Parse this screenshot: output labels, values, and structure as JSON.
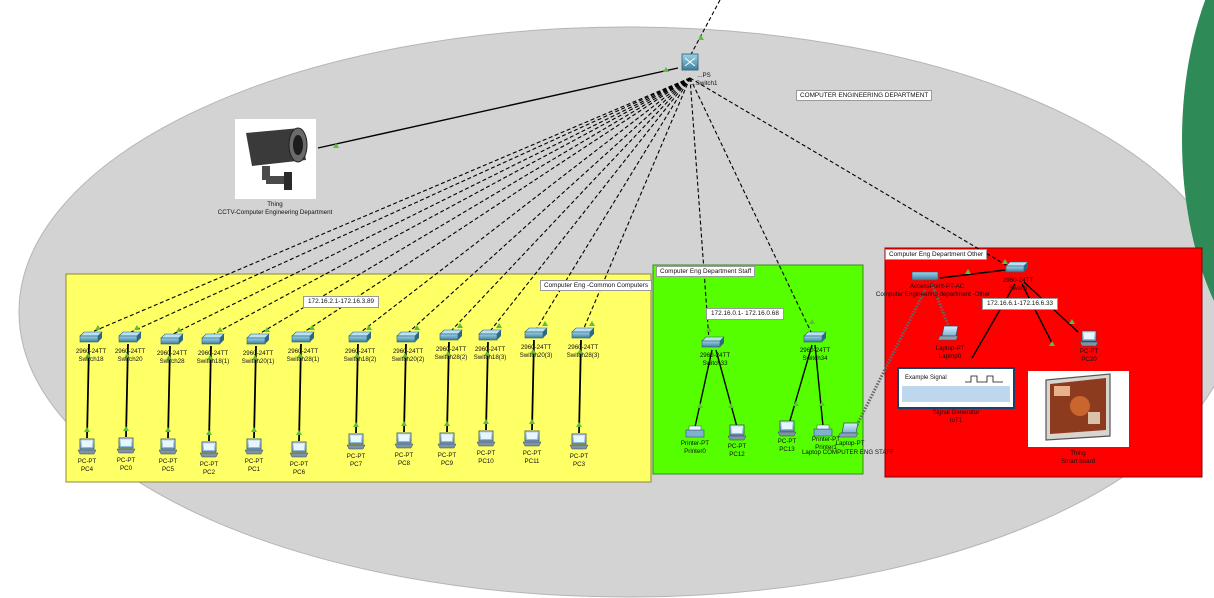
{
  "diagram": {
    "department_label": "COMPUTER ENGINEERING DEPARTMENT",
    "core_switch": {
      "label": "...PS",
      "sublabel": "...Switch1"
    },
    "cctv": {
      "line1": "Thing",
      "line2": "CCTV-Computer Engineering Department"
    },
    "zones": {
      "common": {
        "title": "Computer Eng -Common Computers",
        "ip_range": "172.16.2.1-172.16.3.89"
      },
      "staff": {
        "title": "Computer Eng Department Staff",
        "ip_range": "172.16.0.1- 172.16.0.68"
      },
      "other": {
        "title": "Computer Eng Department Other",
        "ip_range": "172.16.6.1-172.16.6.33"
      }
    },
    "common_switches": [
      {
        "model": "2960-24TT",
        "name": "Switch18"
      },
      {
        "model": "2960-24TT",
        "name": "Switch20"
      },
      {
        "model": "2960-24TT",
        "name": "Switch28"
      },
      {
        "model": "2960-24TT",
        "name": "Switch18(1)"
      },
      {
        "model": "2960-24TT",
        "name": "Switch20(1)"
      },
      {
        "model": "2960-24TT",
        "name": "Switch28(1)"
      },
      {
        "model": "2960-24TT",
        "name": "Switch18(2)"
      },
      {
        "model": "2960-24TT",
        "name": "Switch20(2)"
      },
      {
        "model": "2960-24TT",
        "name": "Switch28(2)"
      },
      {
        "model": "2960-24TT",
        "name": "Switch18(3)"
      },
      {
        "model": "2960-24TT",
        "name": "Switch20(3)"
      },
      {
        "model": "2960-24TT",
        "name": "Switch28(3)"
      }
    ],
    "common_pcs": [
      {
        "model": "PC-PT",
        "name": "PC4"
      },
      {
        "model": "PC-PT",
        "name": "PC0"
      },
      {
        "model": "PC-PT",
        "name": "PC5"
      },
      {
        "model": "PC-PT",
        "name": "PC2"
      },
      {
        "model": "PC-PT",
        "name": "PC1"
      },
      {
        "model": "PC-PT",
        "name": "PC6"
      },
      {
        "model": "PC-PT",
        "name": "PC7"
      },
      {
        "model": "PC-PT",
        "name": "PC8"
      },
      {
        "model": "PC-PT",
        "name": "PC9"
      },
      {
        "model": "PC-PT",
        "name": "PC10"
      },
      {
        "model": "PC-PT",
        "name": "PC11"
      },
      {
        "model": "PC-PT",
        "name": "PC3"
      }
    ],
    "staff_switches": [
      {
        "model": "2960-24TT",
        "name": "Switch33"
      },
      {
        "model": "2960-24TT",
        "name": "Switch34"
      }
    ],
    "staff_devices": [
      {
        "model": "Printer-PT",
        "name": "Printer0"
      },
      {
        "model": "PC-PT",
        "name": "PC12"
      },
      {
        "model": "PC-PT",
        "name": "PC13"
      },
      {
        "model": "Printer-PT",
        "name": "Printer1"
      },
      {
        "model": "Laptop-PT",
        "name": "Laptop COMPUTER ENG STAFF"
      }
    ],
    "other_devices": {
      "ap": {
        "model": "AccessPoint-PT-AC",
        "name": "Computer Engineering department -Other"
      },
      "switch": {
        "model": "2960-24TT",
        "name": "Switch"
      },
      "laptop": {
        "model": "Laptop-PT",
        "name": "Laptop0"
      },
      "pc": {
        "model": "PC-PT",
        "name": "PC20"
      },
      "signal_generator": {
        "model": "Signal Generator",
        "name": "IoT1",
        "screen_text": "Example Signal"
      },
      "smart_board": {
        "model": "Thing",
        "name": "Smart board"
      }
    },
    "colors": {
      "oval": "#d3d3d3",
      "common_zone": "#ffff66",
      "staff_zone": "#55ff00",
      "other_zone": "#ff0000",
      "link_dash": "#000000",
      "link_up": "#55bb33",
      "corner_shape": "#2e8b57"
    }
  }
}
